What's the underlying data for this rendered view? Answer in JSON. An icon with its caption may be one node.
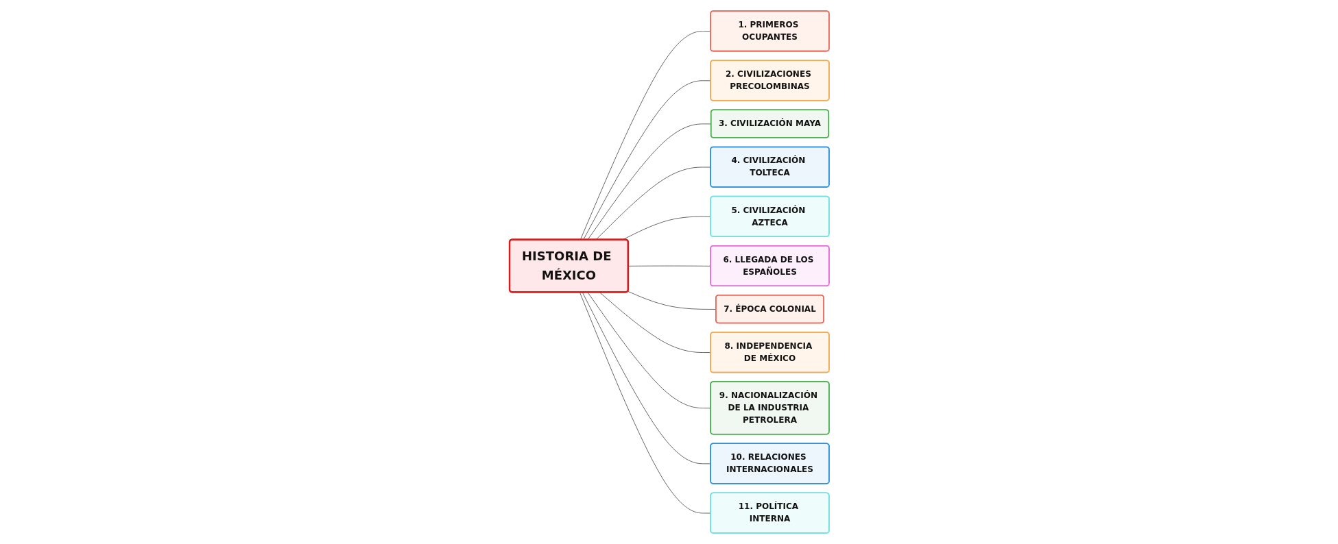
{
  "diagram": {
    "nodes": [
      {
        "text": [
          "HISTORIA DE MÉXICO"
        ]
      },
      {
        "text": [
          "1. PRIMEROS OCUPANTES"
        ]
      },
      {
        "text": [
          "2. CIVILIZACIONES PRECOLOMBINAS"
        ]
      },
      {
        "text": [
          "3. CIVILIZACIÓN MAYA"
        ]
      },
      {
        "text": [
          "4. CIVILIZACIÓN TOLTECA"
        ]
      },
      {
        "text": [
          "5. CIVILIZACIÓN AZTECA"
        ]
      },
      {
        "text": [
          "6. LLEGADA DE LOS ESPAÑOLES"
        ]
      },
      {
        "text": [
          "7. ÉPOCA COLONIAL"
        ]
      },
      {
        "text": [
          "8. INDEPENDENCIA DE MÉXICO"
        ]
      },
      {
        "text": [
          "9. NACIONALIZACIÓN DE LA INDUSTRIA PETROLERA"
        ]
      },
      {
        "text": [
          "10. RELACIONES INTERNACIONALES"
        ]
      },
      {
        "text": [
          "11. POLÍTICA INTERNA"
        ]
      }
    ],
    "edges": [
      {
        "from": 0,
        "to": 1,
        "arrow": "none"
      },
      {
        "from": 0,
        "to": 2,
        "arrow": "none"
      },
      {
        "from": 0,
        "to": 3,
        "arrow": "none"
      },
      {
        "from": 0,
        "to": 4,
        "arrow": "none"
      },
      {
        "from": 0,
        "to": 5,
        "arrow": "none"
      },
      {
        "from": 0,
        "to": 6,
        "arrow": "none"
      },
      {
        "from": 0,
        "to": 7,
        "arrow": "none"
      },
      {
        "from": 0,
        "to": 8,
        "arrow": "none"
      },
      {
        "from": 0,
        "to": 9,
        "arrow": "none"
      },
      {
        "from": 0,
        "to": 10,
        "arrow": "none"
      },
      {
        "from": 0,
        "to": 11,
        "arrow": "none"
      }
    ]
  }
}
